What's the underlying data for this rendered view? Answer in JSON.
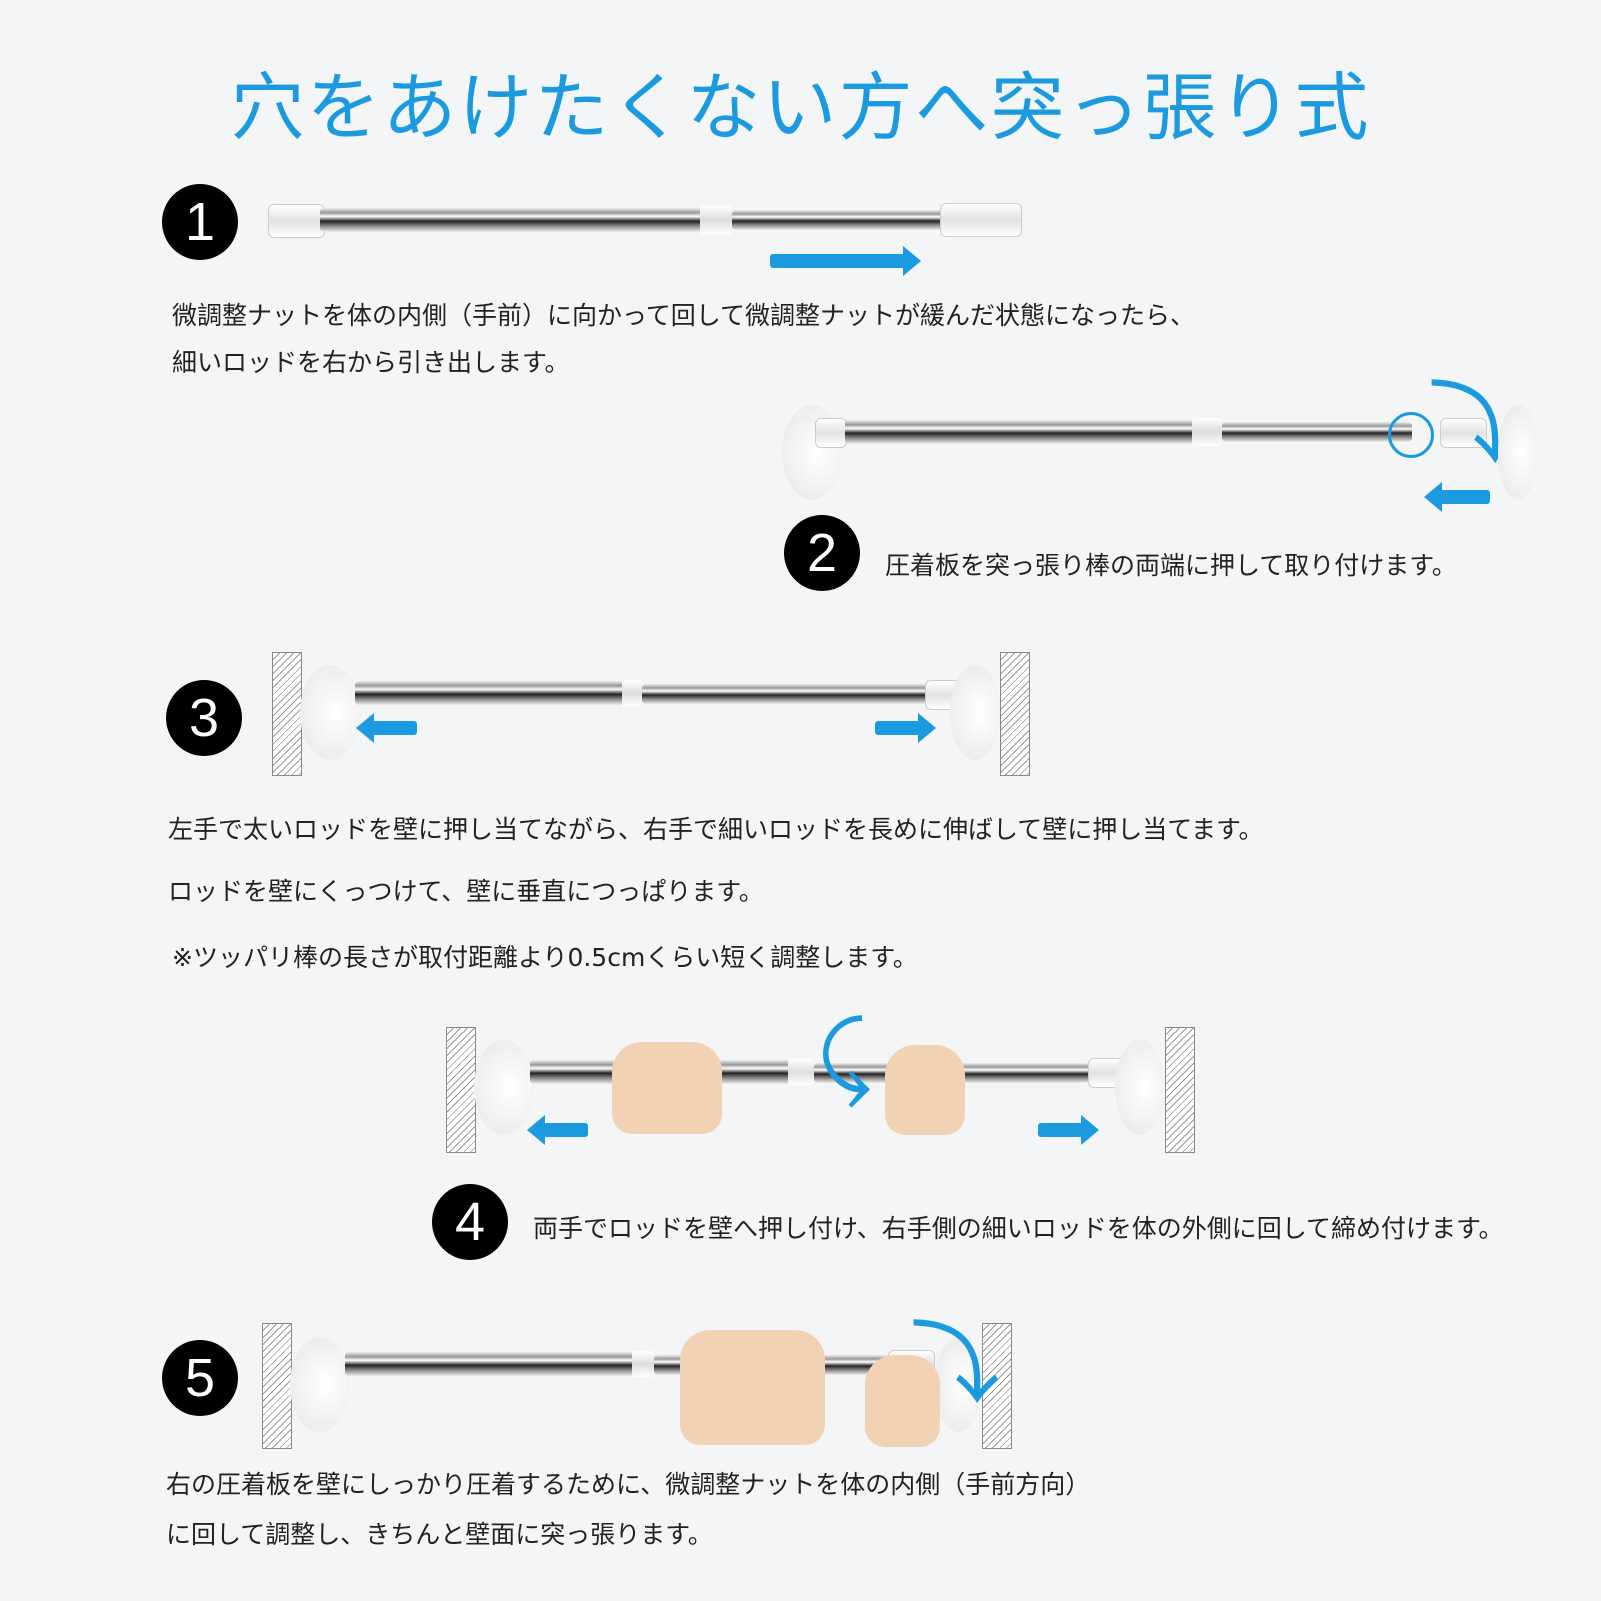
{
  "title": "穴をあけたくない方へ突っ張り式",
  "steps": [
    {
      "number": "1",
      "lines": [
        "微調整ナットを体の内側（手前）に向かって回して微調整ナットが緩んだ状態になったら、",
        "細いロッドを右から引き出します。"
      ]
    },
    {
      "number": "2",
      "lines": [
        "圧着板を突っ張り棒の両端に押して取り付けます。"
      ]
    },
    {
      "number": "3",
      "lines": [
        "左手で太いロッドを壁に押し当てながら、右手で細いロッドを長めに伸ばして壁に押し当てます。",
        "ロッドを壁にくっつけて、壁に垂直につっぱります。",
        "※ツッパリ棒の長さが取付距離より0.5cmくらい短く調整します。"
      ]
    },
    {
      "number": "4",
      "lines": [
        "両手でロッドを壁へ押し付け、右手側の細いロッドを体の外側に回して締め付けます。"
      ]
    },
    {
      "number": "5",
      "lines": [
        "右の圧着板を壁にしっかり圧着するために、微調整ナットを体の内側（手前方向）",
        "に回して調整し、きちんと壁面に突っ張ります。"
      ]
    }
  ],
  "colors": {
    "accent": "#1b9ae0"
  }
}
